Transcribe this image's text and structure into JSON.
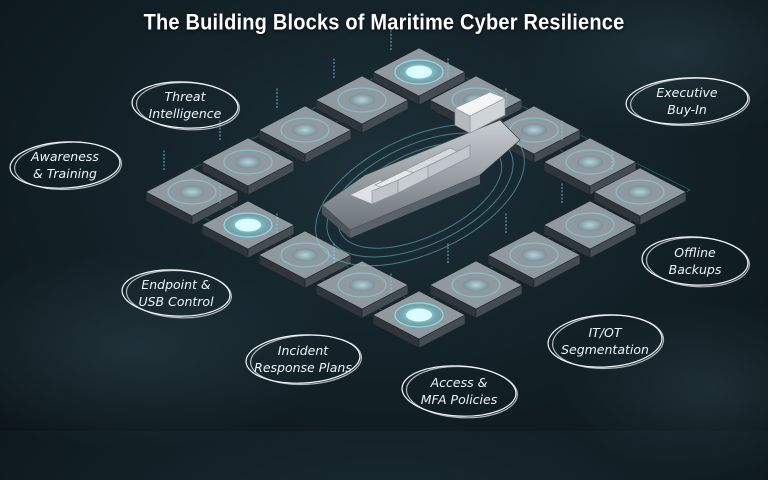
{
  "title": "The Building Blocks of Maritime Cyber Resilience",
  "labels": [
    {
      "line1": "Threat",
      "line2": "Intelligence"
    },
    {
      "line1": "Awareness",
      "line2": "& Training"
    },
    {
      "line1": "Endpoint &",
      "line2": "USB Control"
    },
    {
      "line1": "Incident",
      "line2": "Response Plans"
    },
    {
      "line1": "Access &",
      "line2": "MFA Policies"
    },
    {
      "line1": "IT/OT",
      "line2": "Segmentation"
    },
    {
      "line1": "Offline",
      "line2": "Backups"
    },
    {
      "line1": "Executive",
      "line2": "Buy-In"
    }
  ],
  "colors": {
    "glow": "#7fe7f0",
    "tile_top": "#9aa4ab",
    "tile_side": "#3b4349",
    "ink": "#f2f8fb",
    "sea": "#14232a"
  }
}
